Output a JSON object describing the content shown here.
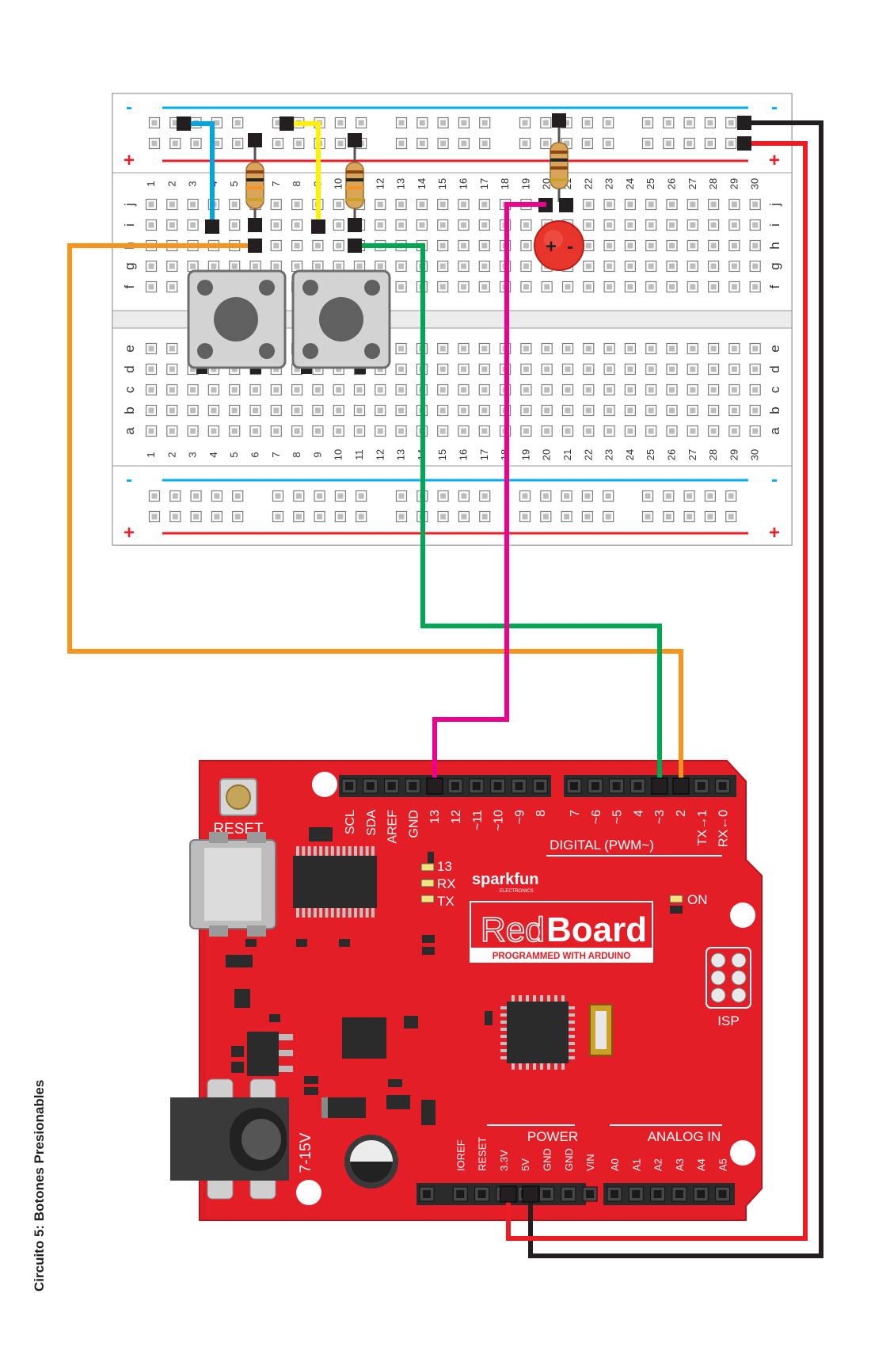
{
  "caption": "Circuito 5: Botones Presionables",
  "breadboard": {
    "rail_minus": "-",
    "rail_plus": "+",
    "rows_top": [
      "j",
      "i",
      "h",
      "g",
      "f"
    ],
    "rows_bottom": [
      "e",
      "d",
      "c",
      "b",
      "a"
    ],
    "columns": [
      "1",
      "2",
      "3",
      "4",
      "5",
      "6",
      "7",
      "8",
      "9",
      "10",
      "11",
      "12",
      "13",
      "14",
      "15",
      "16",
      "17",
      "18",
      "19",
      "20",
      "21",
      "22",
      "23",
      "24",
      "25",
      "26",
      "27",
      "28",
      "29",
      "30"
    ]
  },
  "led": {
    "plus": "+",
    "minus": "-"
  },
  "board": {
    "name_red": "Red",
    "name_board": "Board",
    "tagline": "PROGRAMMED WITH ARDUINO",
    "brand": "sparkfun",
    "brand_sub": "ELECTRONICS",
    "reset_label": "RESET",
    "power_jack_label": "7-15V",
    "isp_label": "ISP",
    "on_label": "ON",
    "led_labels": [
      "13",
      "RX",
      "TX"
    ],
    "digital_label": "DIGITAL (PWM~)",
    "top_header_left_pins": [
      "SCL",
      "SDA",
      "AREF",
      "GND",
      "13",
      "12",
      "~11",
      "~10",
      "~9",
      "8"
    ],
    "top_header_right_pins": [
      "7",
      "~6",
      "~5",
      "4",
      "~3",
      "2",
      "TX→1",
      "RX←0"
    ],
    "power_label": "POWER",
    "analog_label": "ANALOG IN",
    "power_pins": [
      "IOREF",
      "RESET",
      "3.3V",
      "5V",
      "GND",
      "GND",
      "VIN"
    ],
    "analog_pins": [
      "A0",
      "A1",
      "A2",
      "A3",
      "A4",
      "A5"
    ]
  },
  "colors": {
    "board_red": "#e41e26",
    "wire_blue": "#00a5e3",
    "wire_yellow": "#fff200",
    "wire_orange": "#f7941d",
    "wire_green": "#00a651",
    "wire_magenta": "#ec008c",
    "wire_black": "#231f20",
    "wire_red": "#ed1c24",
    "rail_blue": "#00aeef",
    "rail_red": "#ed1c24"
  }
}
